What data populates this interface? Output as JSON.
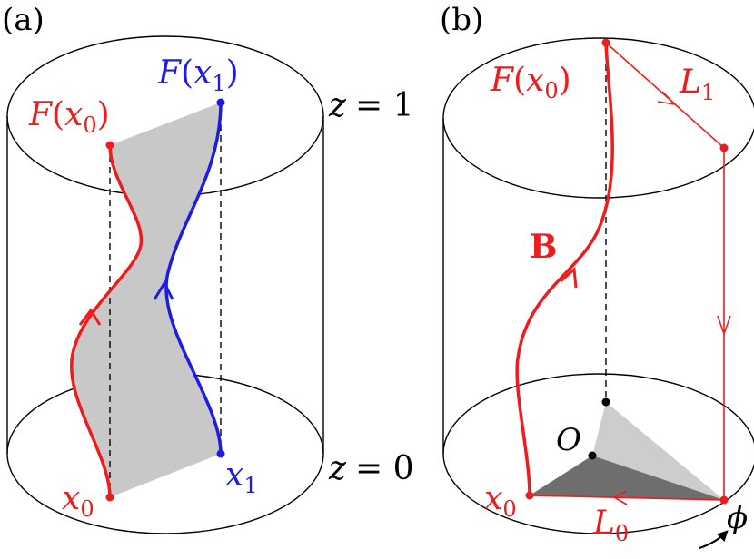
{
  "panel_a": {
    "label": "(a)",
    "f_x0": {
      "func": "F",
      "arg": "x",
      "sub": "0"
    },
    "f_x1": {
      "func": "F",
      "arg": "x",
      "sub": "1"
    },
    "x0": {
      "base": "x",
      "sub": "0"
    },
    "x1": {
      "base": "x",
      "sub": "1"
    }
  },
  "panel_b": {
    "label": "(b)",
    "f_x0": {
      "func": "F",
      "arg": "x",
      "sub": "0"
    },
    "x0": {
      "base": "x",
      "sub": "0"
    },
    "b_label": "B",
    "l1": {
      "base": "L",
      "sub": "1"
    },
    "l0": {
      "base": "L",
      "sub": "0"
    },
    "origin": "O",
    "phi": "ϕ"
  },
  "levels": {
    "top": {
      "var": "z",
      "value": "= 1"
    },
    "bottom": {
      "var": "z",
      "value": "= 0"
    }
  },
  "colors": {
    "red": "#ee1c1c",
    "blue": "#1c1ce6",
    "gray_fill": "#c8c8c8",
    "light_gray": "#cdcdcd",
    "dark_gray": "#6e6e6e"
  }
}
